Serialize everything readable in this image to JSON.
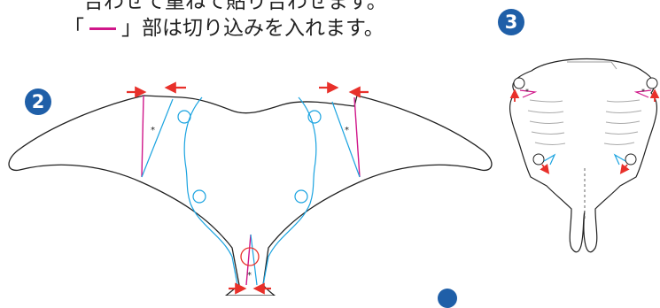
{
  "caption": {
    "line1": "合わせて重ねて貼り合わせます。",
    "line2_open": "「",
    "line2_close": "」部は切り込みを入れます。"
  },
  "steps": [
    {
      "number": "2"
    },
    {
      "number": "3"
    }
  ],
  "colors": {
    "step_badge": "#1f5fa8",
    "outline": "#222222",
    "fold_line": "#1aa3e0",
    "cut_line": "#d0178a",
    "arrow": "#e8302a",
    "marker": "#e8302a"
  },
  "icons": [
    "arrow-right-icon",
    "arrow-left-icon",
    "circle-marker-icon"
  ],
  "glue_mark": "*"
}
